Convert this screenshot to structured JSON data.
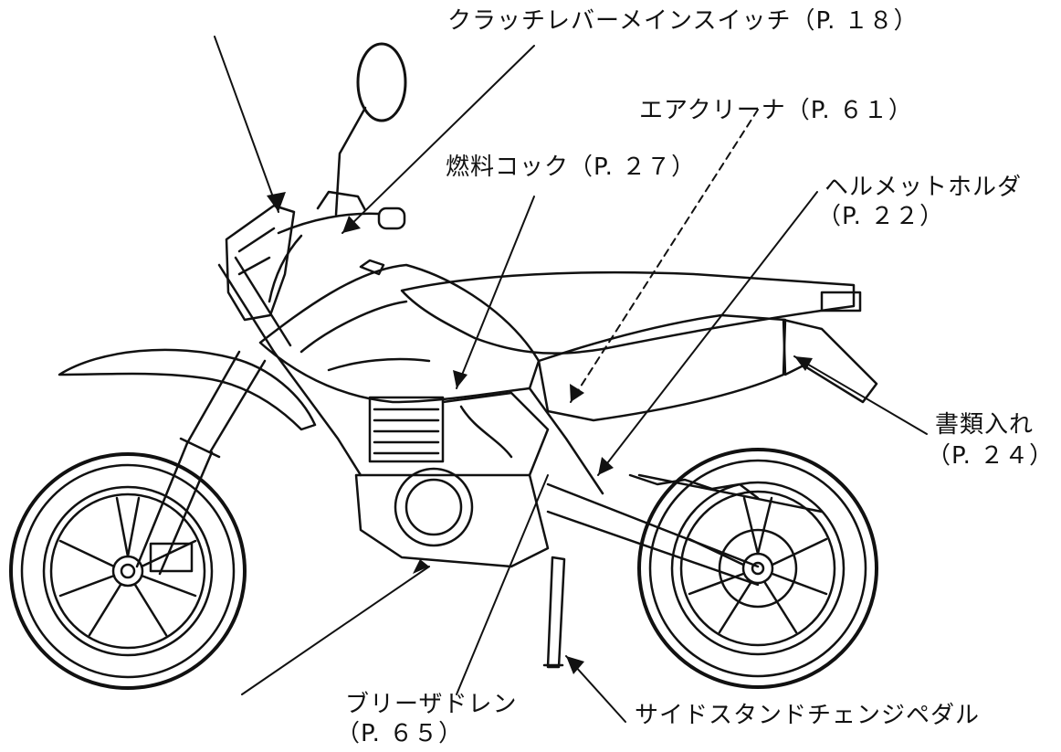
{
  "colors": {
    "line": "#111111",
    "background": "#ffffff"
  },
  "labels": {
    "clutch_main_switch": "クラッチレバーメインスイッチ（P. １８）",
    "air_cleaner": "エアクリーナ（P. ６１）",
    "fuel_cock": "燃料コック（P. ２７）",
    "helmet_holder_1": "ヘルメットホルダ",
    "helmet_holder_2": "（P. ２２）",
    "document_box_1": "書類入れ",
    "document_box_2": "（P. ２４）",
    "breather_drain_1": "ブリーザドレン",
    "breather_drain_2": "（P. ６５）",
    "side_stand_pedal": "サイドスタンドチェンジペダル"
  }
}
